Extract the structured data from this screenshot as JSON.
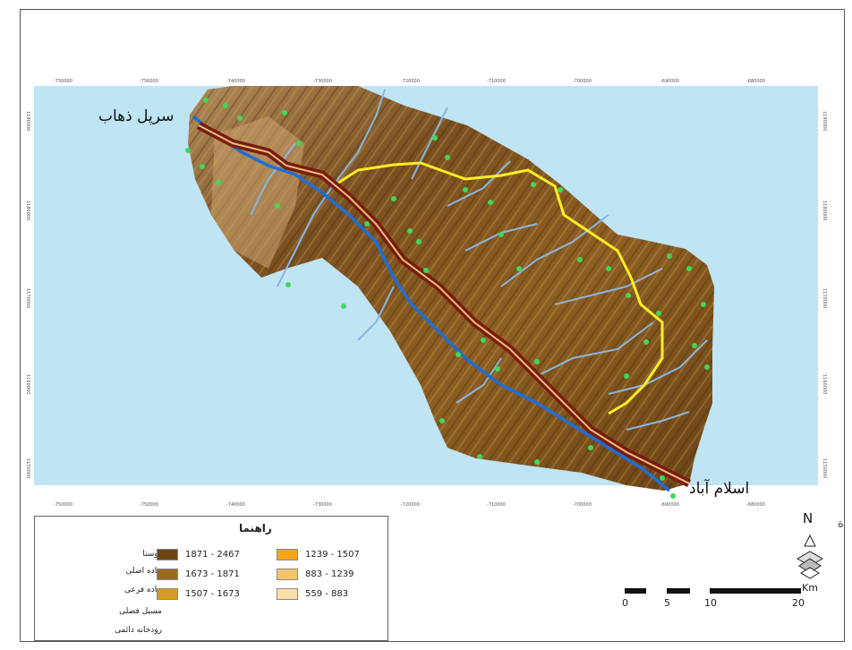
{
  "map": {
    "x_ticks": [
      "-750000",
      "-750000",
      "-740000",
      "-730000",
      "-720000",
      "-710000",
      "-700000",
      "-690000",
      "-680000"
    ],
    "y_ticks_left": [
      "1190000",
      "1180000",
      "1170000",
      "1160000",
      "1150000"
    ],
    "y_ticks_right": [
      "1190000",
      "1180000",
      "1170000",
      "1160000",
      "1150000"
    ],
    "city_north": "سرپل ذهاب",
    "city_south": "اسلام آباد",
    "colors": {
      "sea": "#bfe4f4",
      "terrain_dark": "#6b4416",
      "terrain_mid": "#9c6a26",
      "terrain_light": "#c8954a",
      "main_road": "#7a1c10",
      "main_road_stripe": "#e8c07a",
      "sub_road": "#ffee22",
      "seasonal_river": "#8ab6e0",
      "permanent_river": "#1f6ed6",
      "village": "#3fd85a"
    }
  },
  "legend": {
    "title": "راهنما",
    "items": [
      {
        "label": "روستا",
        "icon": "village-dot"
      },
      {
        "label": "جاده اصلی",
        "icon": "main-road-line"
      },
      {
        "label": "جاده فرعی",
        "icon": "sub-road-line"
      },
      {
        "label": "مسیل فصلی",
        "icon": "seasonal-river-line"
      },
      {
        "label": "رودخانه دائمی",
        "icon": "permanent-river-line"
      }
    ],
    "elevation": [
      {
        "range": "1871 - 2467",
        "color": "#6e4618"
      },
      {
        "range": "1673 - 1871",
        "color": "#9a6a25"
      },
      {
        "range": "1507 - 1673",
        "color": "#d79a1e"
      },
      {
        "range": "1239 - 1507",
        "color": "#f5a51d"
      },
      {
        "range": "883 - 1239",
        "color": "#f5c46a"
      },
      {
        "range": "559 - 883",
        "color": "#fbe0aa"
      }
    ]
  },
  "scale": {
    "labels": [
      "0",
      "5",
      "10",
      "20"
    ],
    "unit": "Km"
  },
  "north_arrow": {
    "label": "N"
  },
  "edge_text": "ة"
}
